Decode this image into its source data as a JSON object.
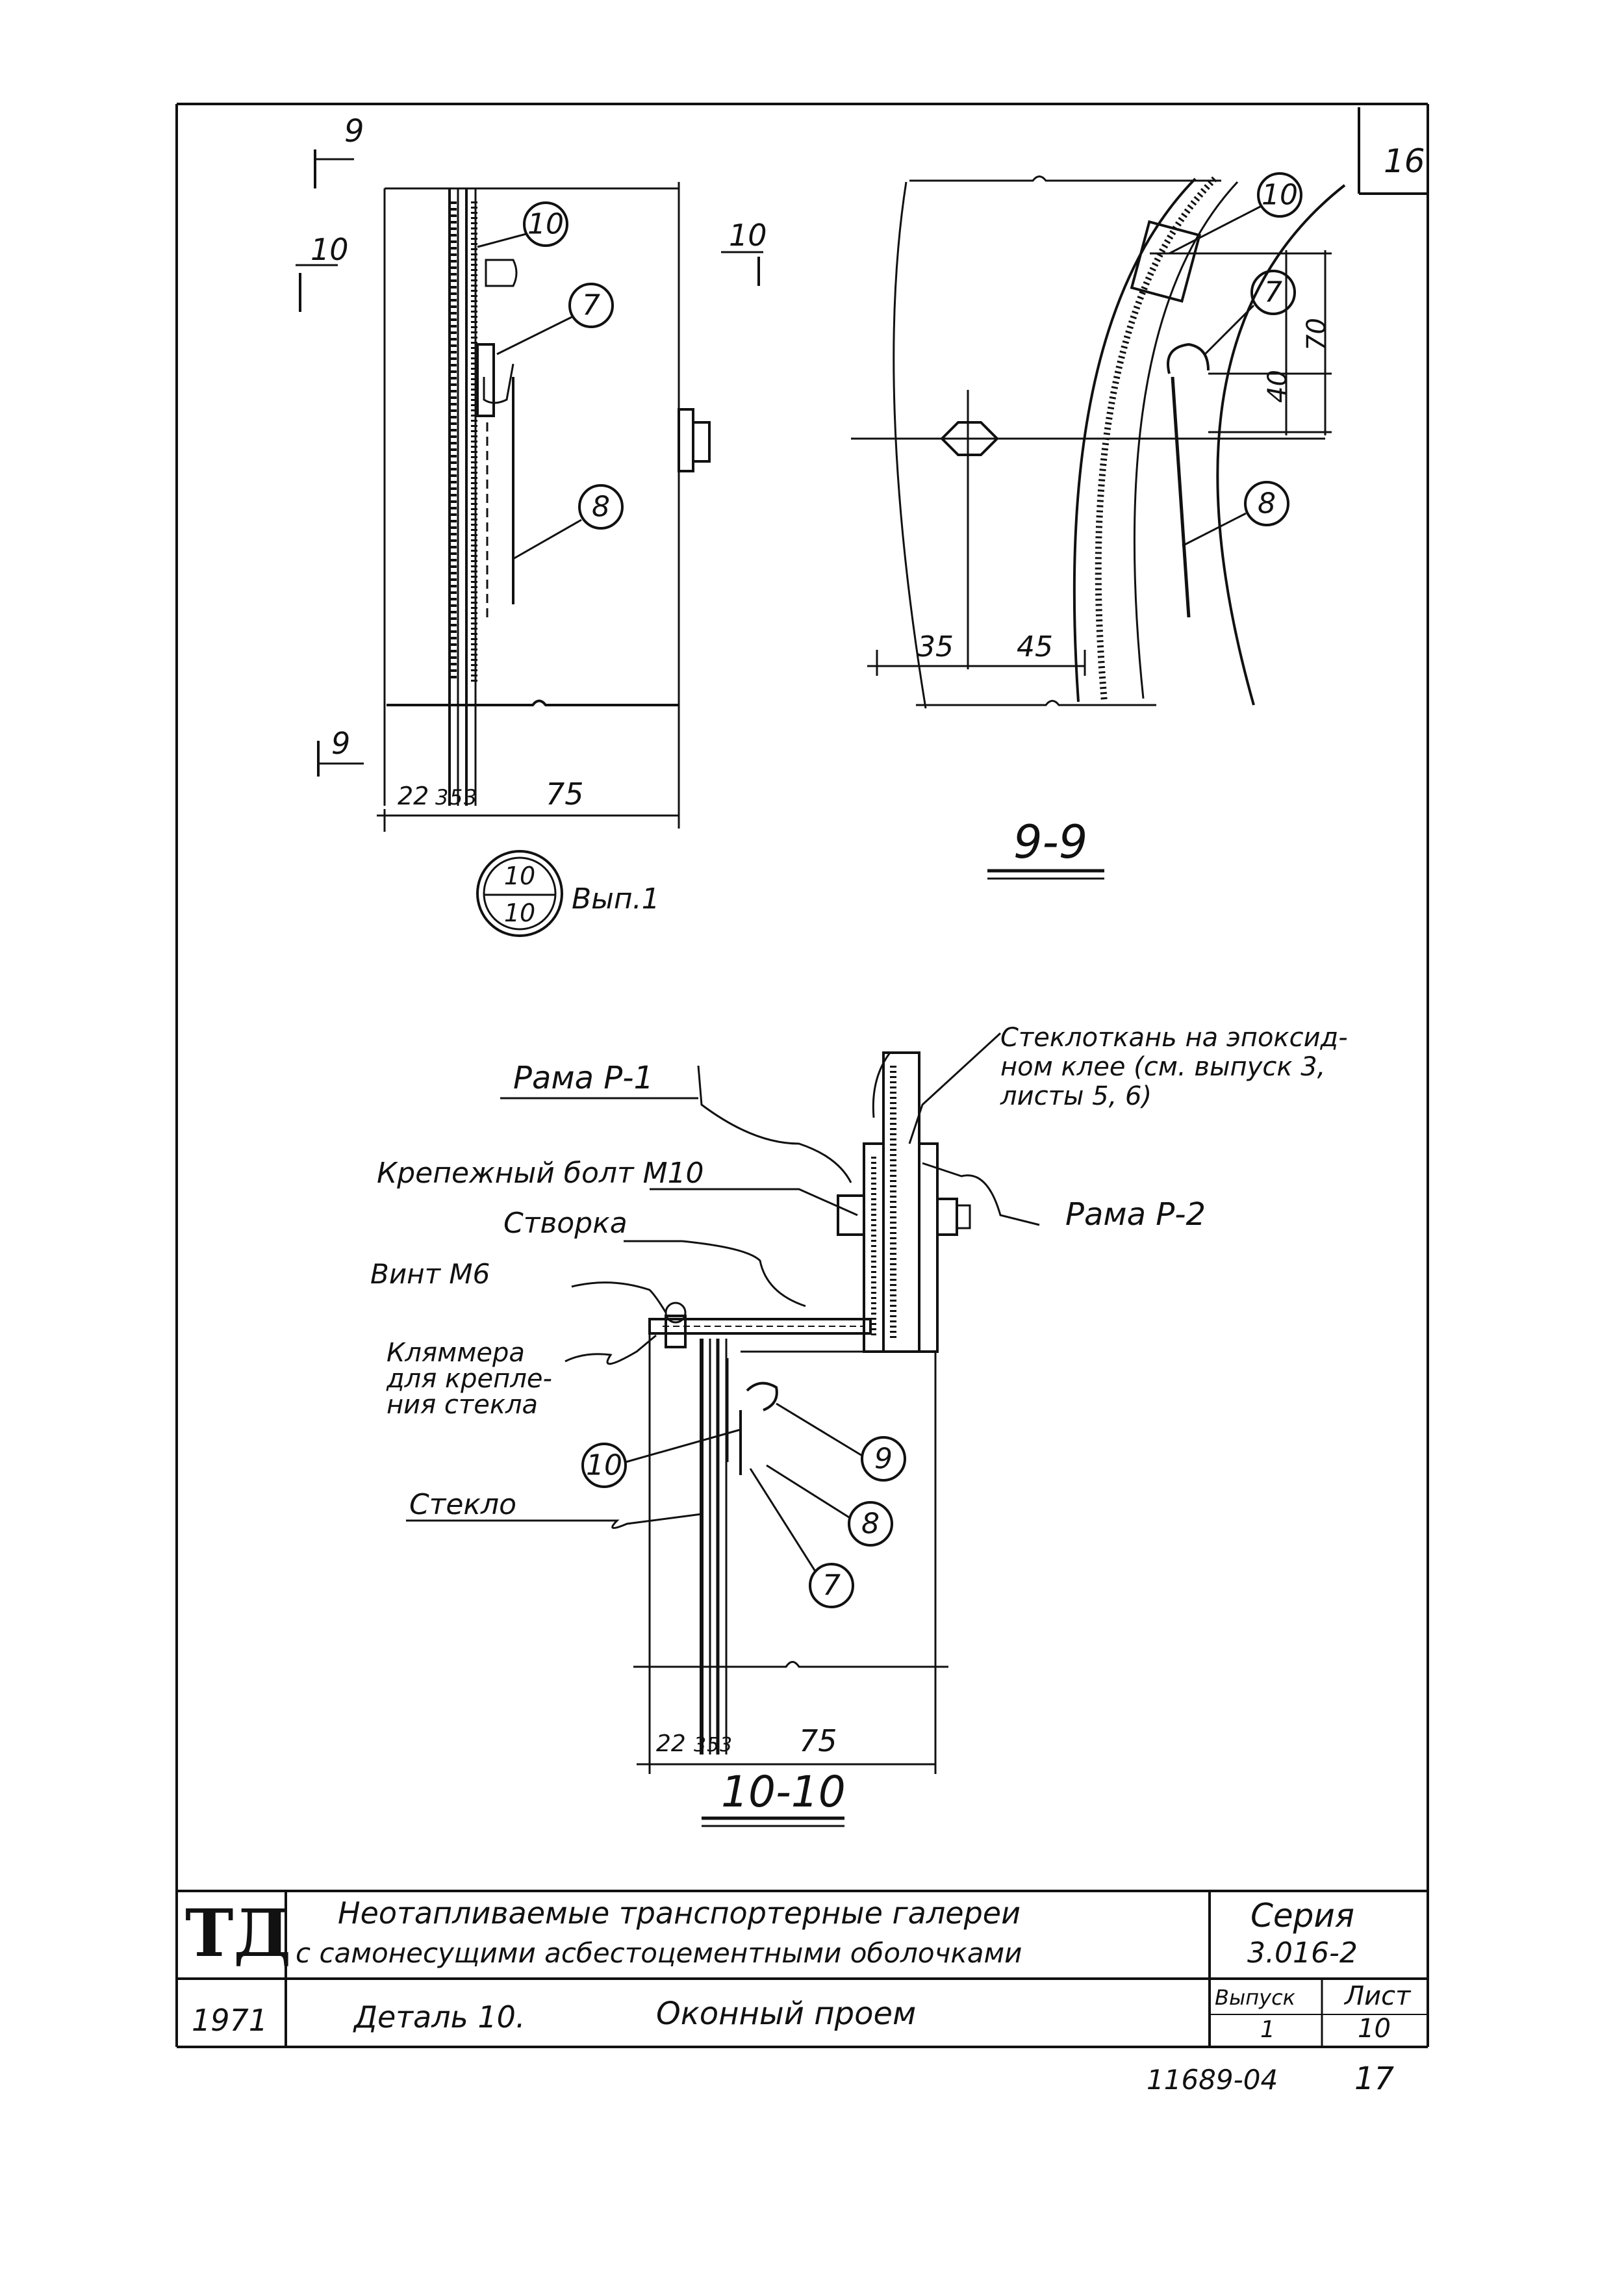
{
  "sheet_number": "16",
  "view_1": {
    "cut_marks": {
      "top_9": "9",
      "left_10": "10",
      "right_10": "10",
      "bottom_9": "9"
    },
    "dims": [
      "22",
      "3",
      "5",
      "3",
      "75"
    ],
    "callouts": [
      "10",
      "7",
      "8"
    ],
    "detail_ref": {
      "top": "10",
      "bottom": "10",
      "note": "Вып.1"
    }
  },
  "section_9_9": {
    "title": "9-9",
    "callouts": [
      "10",
      "7",
      "8"
    ],
    "dims": {
      "left": "35",
      "mid": "45",
      "small": "40",
      "large": "70"
    }
  },
  "section_10_10": {
    "title": "10-10",
    "labels": {
      "frame_p1": "Рама Р-1",
      "fastening_bolt": "Крепежный болт М10",
      "sash": "Створка",
      "screw": "Винт М6",
      "clamp_line1": "Кляммера",
      "clamp_line2": "для крепле-",
      "clamp_line3": "ния стекла",
      "glass": "Стекло",
      "fiberglass_line1": "Стеклоткань на эпоксид-",
      "fiberglass_line2": "ном клее (см. выпуск 3,",
      "fiberglass_line3": "листы 5, 6)",
      "frame_p2": "Рама Р-2"
    },
    "callouts": [
      "10",
      "9",
      "8",
      "7"
    ],
    "dims": [
      "22",
      "3",
      "5",
      "3",
      "75"
    ]
  },
  "title_block": {
    "logo": "ТД",
    "title_line1": "Неотапливаемые транспортерные галереи",
    "title_line2": "с самонесущими асбестоцементными оболочками",
    "series_label": "Серия",
    "series_value": "3.016-2",
    "year": "1971",
    "detail_label": "Деталь 10.",
    "detail_name": "Оконный проем",
    "issue_label": "Выпуск",
    "issue_value": "1",
    "sheet_label": "Лист",
    "sheet_value": "10"
  },
  "stamp": {
    "code": "11689-04",
    "page": "17"
  }
}
